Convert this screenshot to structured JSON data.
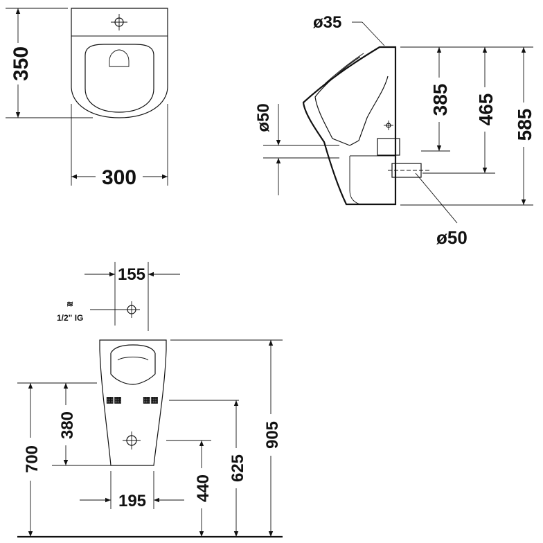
{
  "top_view": {
    "height_label": "350",
    "width_label": "300"
  },
  "side_view": {
    "inlet_diameter": "ø35",
    "outlet_diameter_left": "ø50",
    "outlet_diameter_bottom": "ø50",
    "dim_385": "385",
    "dim_465": "465",
    "dim_585": "585"
  },
  "front_view": {
    "inlet_spacing": "155",
    "water_symbol": "≋",
    "thread_label": "1/2\" IG",
    "dim_700": "700",
    "dim_380": "380",
    "dim_195": "195",
    "dim_440": "440",
    "dim_625": "625",
    "dim_905": "905"
  }
}
